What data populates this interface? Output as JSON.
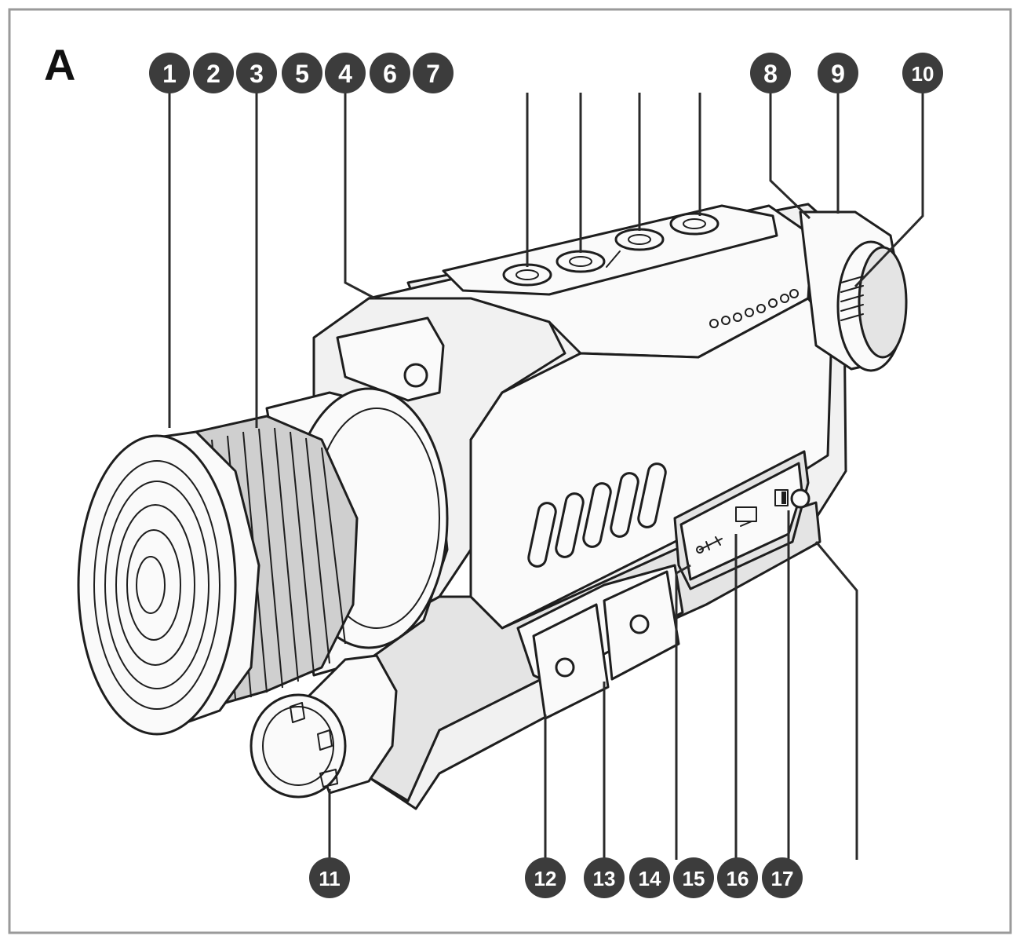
{
  "figure": {
    "panel_label": "A",
    "top_callouts": [
      "1",
      "2",
      "3",
      "5",
      "4",
      "6",
      "7",
      "8",
      "9",
      "10"
    ],
    "bottom_callouts": [
      "11",
      "12",
      "13",
      "14",
      "15",
      "16",
      "17"
    ]
  }
}
